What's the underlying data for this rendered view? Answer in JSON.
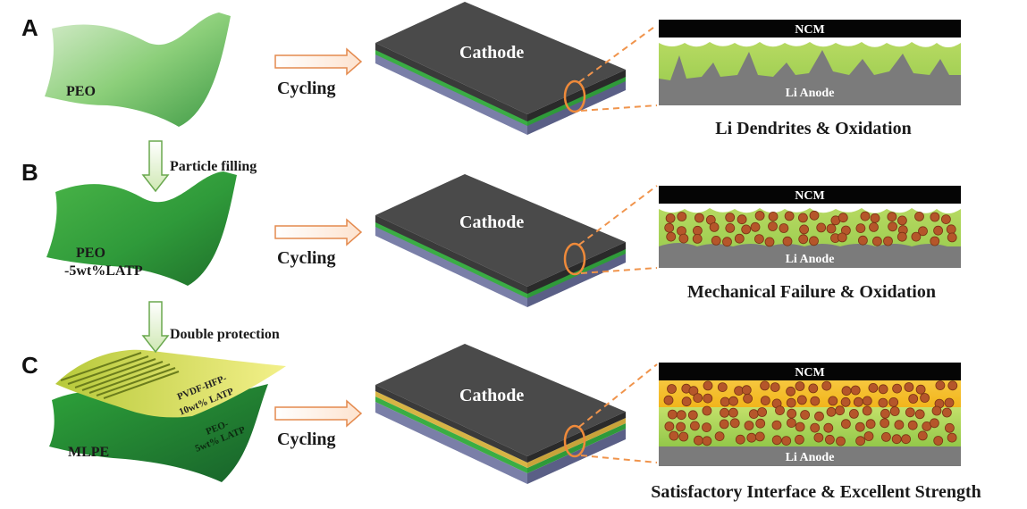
{
  "rows": [
    {
      "letter": "A",
      "film_label": [
        "PEO"
      ],
      "cycling": "Cycling",
      "cathode": "Cathode",
      "top_layer": "NCM",
      "bottom_layer": "Li Anode",
      "caption": "Li Dendrites & Oxidation"
    },
    {
      "letter": "B",
      "film_label": [
        "PEO",
        "-5wt%LATP"
      ],
      "cycling": "Cycling",
      "cathode": "Cathode",
      "top_layer": "NCM",
      "bottom_layer": "Li Anode",
      "caption": "Mechanical Failure & Oxidation"
    },
    {
      "letter": "C",
      "film_label": [
        "MLPE"
      ],
      "film_inner_top": [
        "PVDF-HFP-",
        "10wt% LATP"
      ],
      "film_inner_bottom": [
        "PEO-",
        "5wt% LATP"
      ],
      "cycling": "Cycling",
      "cathode": "Cathode",
      "top_layer": "NCM",
      "bottom_layer": "Li Anode",
      "caption": "Satisfactory Interface & Excellent Strength"
    }
  ],
  "transitions": [
    {
      "label": "Particle filling"
    },
    {
      "label": "Double protection"
    }
  ],
  "colors": {
    "peo_film": "#5fbf50",
    "ncm": "#050505",
    "anode": "#7b7b7b",
    "electrolyte": "#a6d65a",
    "latp_particle": "#b5562a",
    "pvdf_layer": "#f7c52e",
    "dashed_line": "#f0944c",
    "cathode_top": "#4a4a4a"
  }
}
